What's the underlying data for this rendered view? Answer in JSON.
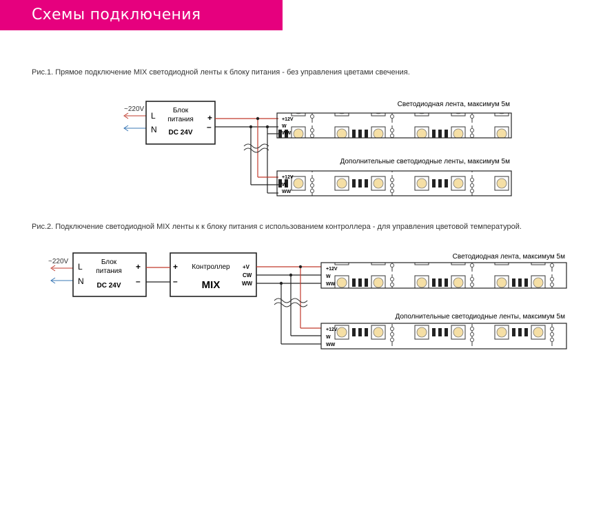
{
  "header": {
    "title": "Схемы подключения"
  },
  "figures": [
    {
      "caption": "Рис.1. Прямое подключение MIX светодиодной ленты к блоку питания - без управления цветами свечения.",
      "mains_voltage": "~220V",
      "terminal_l": "L",
      "terminal_n": "N",
      "psu": {
        "line1": "Блок",
        "line2": "питания",
        "rating": "DC 24V",
        "plus": "+",
        "minus": "–"
      },
      "strip_top_label": "Светодиодная лента, максимум 5м",
      "strip_bottom_label": "Дополнительные светодиодные ленты, максимум 5м",
      "strip_pins": [
        "+12V",
        "W",
        "WW"
      ]
    },
    {
      "caption": "Рис.2. Подключение светодиодной MIX ленты к к блоку питания с использованием контроллера - для управления цветовой температурой.",
      "mains_voltage": "~220V",
      "terminal_l": "L",
      "terminal_n": "N",
      "psu": {
        "line1": "Блок",
        "line2": "питания",
        "rating": "DC 24V",
        "plus": "+",
        "minus": "–"
      },
      "controller": {
        "title": "Контроллер",
        "model": "MIX",
        "in_plus": "+",
        "in_minus": "–",
        "out_v": "+V",
        "out_cw": "CW",
        "out_ww": "WW"
      },
      "strip_top_label": "Светодиодная лента, максимум 5м",
      "strip_bottom_label": "Дополнительные светодиодные ленты, максимум 5м",
      "strip_pins": [
        "+12V",
        "W",
        "WW"
      ]
    }
  ],
  "colors": {
    "accent": "#e6007e",
    "positive_wire": "#c0392b",
    "arrow_in": "#c0392b",
    "arrow_out": "#3a78b5"
  }
}
